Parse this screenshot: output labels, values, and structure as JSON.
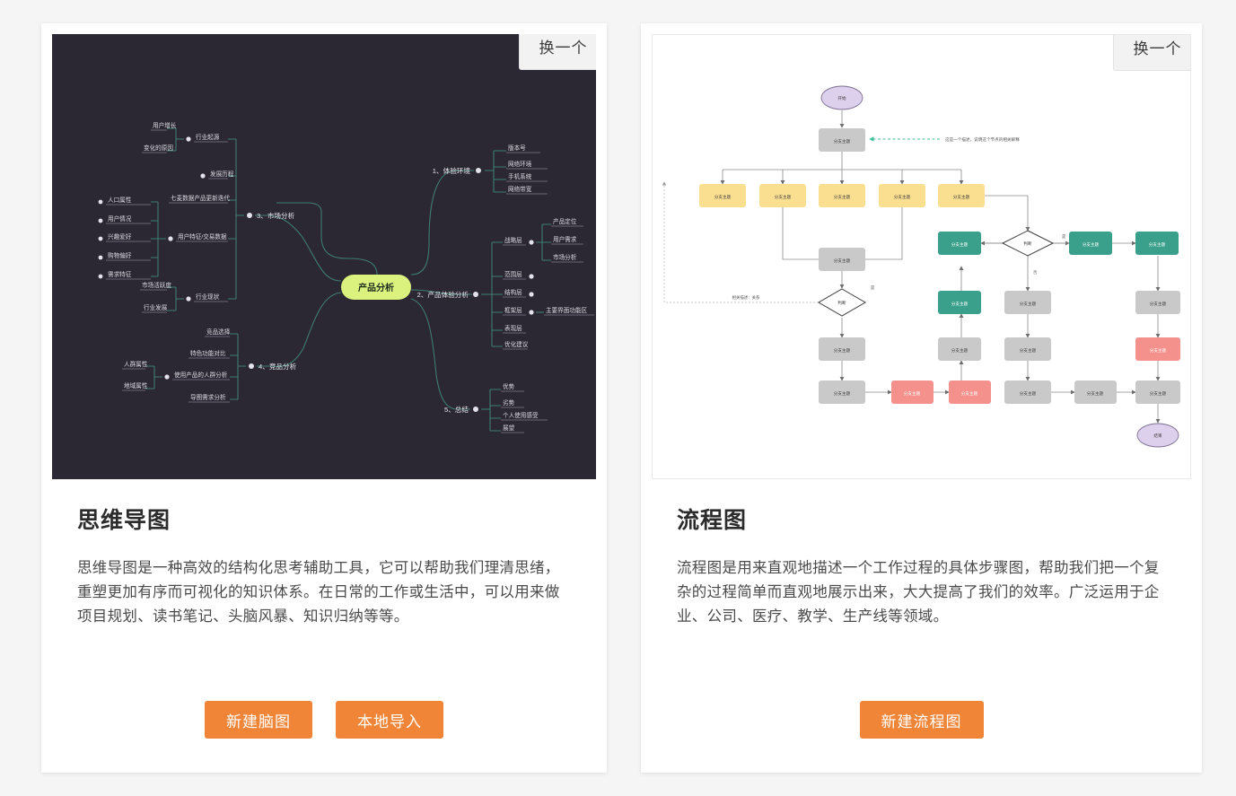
{
  "cards": [
    {
      "id": "mindmap",
      "swap_label": "换一个",
      "title": "思维导图",
      "description": "思维导图是一种高效的结构化思考辅助工具，它可以帮助我们理清思绪，重塑更加有序而可视化的知识体系。在日常的工作或生活中，可以用来做项目规划、读书笔记、头脑风暴、知识归纳等等。",
      "buttons": [
        {
          "label": "新建脑图"
        },
        {
          "label": "本地导入"
        }
      ],
      "preview_bg": "#2b2733"
    },
    {
      "id": "flowchart",
      "swap_label": "换一个",
      "title": "流程图",
      "description": "流程图是用来直观地描述一个工作过程的具体步骤图，帮助我们把一个复杂的过程简单而直观地展示出来，大大提高了我们的效率。广泛运用于企业、公司、医疗、教学、生产线等领域。",
      "buttons": [
        {
          "label": "新建流程图"
        }
      ],
      "preview_bg": "#ffffff"
    }
  ],
  "mindmap_preview": {
    "root": "产品分析",
    "root_color": "#dbf27e",
    "line_color": "#3f7d71",
    "branches": [
      {
        "label": "1、体验环境",
        "children": [
          "版本号",
          "网络环境",
          "手机系统",
          "网络带宽"
        ]
      },
      {
        "label": "2、产品体验分析",
        "children": [
          "战略层",
          "范围层",
          "结构层",
          "框架层",
          "表现层",
          "优化建议"
        ],
        "grandchildren": {
          "战略层": [
            "产品定位",
            "用户需求",
            "市场分析"
          ],
          "框架层": [
            "主要界面功能区"
          ]
        }
      },
      {
        "label": "3、市场分析",
        "children": [
          "行业起源",
          "发展历程",
          "七麦数据产品更新迭代",
          "用户特征/交易数据",
          "行业现状"
        ],
        "grandchildren": {
          "行业起源": [
            "用户增长",
            "变化的原因"
          ],
          "用户特征/交易数据": [
            "人口属性",
            "用户情况",
            "兴趣爱好",
            "购物偏好",
            "需求特征"
          ],
          "行业现状": [
            "市场活跃度",
            "行业发展"
          ]
        }
      },
      {
        "label": "4、竞品分析",
        "children": [
          "竞品选择",
          "特色功能对比",
          "使用产品的人群分析",
          "导图需求分析"
        ],
        "grandchildren": {
          "使用产品的人群分析": [
            "人群属性",
            "地域属性"
          ]
        }
      },
      {
        "label": "5、总结",
        "children": [
          "优势",
          "劣势",
          "个人使用感受",
          "展望"
        ]
      }
    ]
  },
  "flowchart_preview": {
    "start_label": "开始",
    "end_label": "结束",
    "node_label": "分支主题",
    "decision_label": "判断",
    "yes_label": "是",
    "no_label": "否",
    "annotation": "这是一个描述，说明这个节点的相关解释",
    "relation_label": "相关描述：关系",
    "colors": {
      "start_end": "#ddd0ec",
      "gray": "#c9c9c9",
      "yellow": "#fbdf91",
      "teal": "#3ba08b",
      "red": "#f4918c",
      "line": "#8a8a8a",
      "annotation_line": "#3fbf9a"
    }
  }
}
